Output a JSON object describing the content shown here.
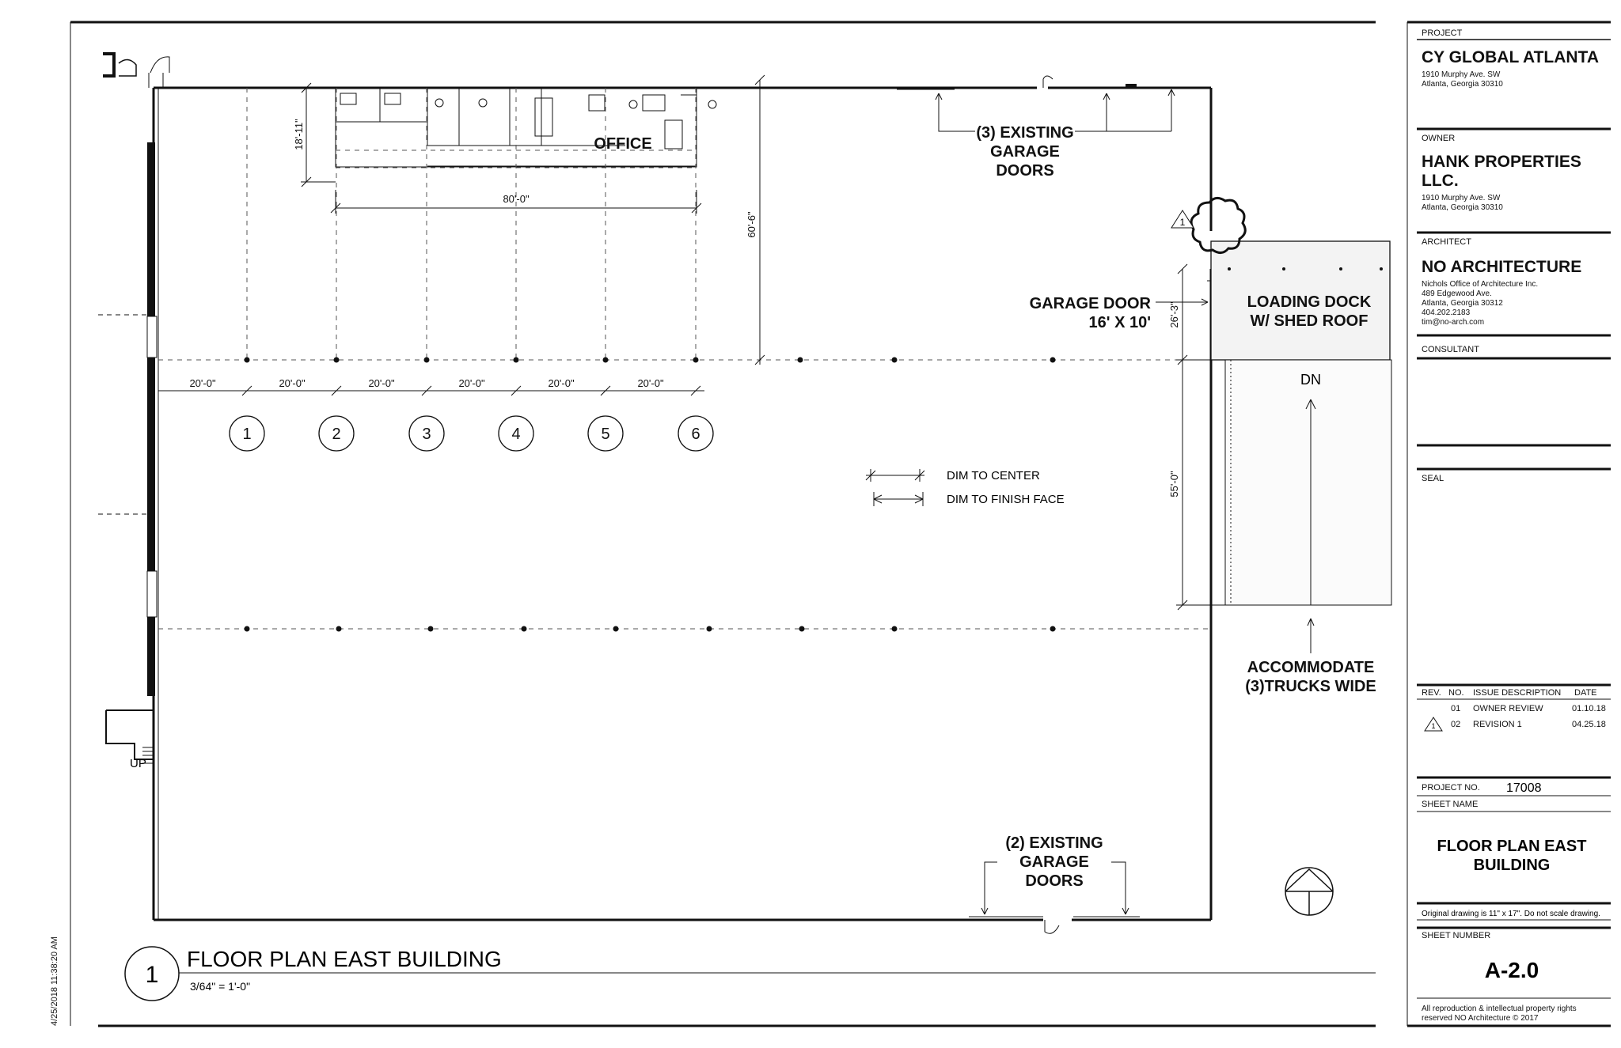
{
  "timestamp": "4/25/2018 11:38:20 AM",
  "plan": {
    "room_label": "OFFICE",
    "existing_doors_top": [
      "(3) EXISTING",
      "GARAGE",
      "DOORS"
    ],
    "existing_doors_bottom": [
      "(2) EXISTING",
      "GARAGE",
      "DOORS"
    ],
    "garage_door": [
      "GARAGE DOOR",
      "16' X 10'"
    ],
    "loading_dock": [
      "LOADING DOCK",
      "W/ SHED ROOF"
    ],
    "accommodate": [
      "ACCOMMODATE",
      "(3)TRUCKS WIDE"
    ],
    "dn": "DN",
    "up": "UP",
    "dim_80": "80'-0\"",
    "dim_60": "60'-6\"",
    "dim_18": "18'-11\"",
    "dim_26": "26'-3\"",
    "dim_55": "55'-0\"",
    "bay_dims": [
      "20'-0\"",
      "20'-0\"",
      "20'-0\"",
      "20'-0\"",
      "20'-0\"",
      "20'-0\""
    ],
    "grid_numbers": [
      "1",
      "2",
      "3",
      "4",
      "5",
      "6"
    ],
    "legend": [
      "DIM TO CENTER",
      "DIM TO FINISH FACE"
    ],
    "revision_flag": "1"
  },
  "view_title": {
    "number": "1",
    "title": "FLOOR PLAN EAST BUILDING",
    "scale": "3/64\" = 1'-0\""
  },
  "title_block": {
    "project_label": "PROJECT",
    "project_name": "CY GLOBAL ATLANTA",
    "project_addr": [
      "1910 Murphy Ave. SW",
      "Atlanta, Georgia 30310"
    ],
    "owner_label": "OWNER",
    "owner_name": [
      "HANK PROPERTIES",
      "LLC."
    ],
    "owner_addr": [
      "1910 Murphy Ave. SW",
      "Atlanta, Georgia 30310"
    ],
    "architect_label": "ARCHITECT",
    "architect_name": "NO ARCHITECTURE",
    "architect_addr": [
      "Nichols Office of Architecture Inc.",
      "489 Edgewood Ave.",
      "Atlanta, Georgia 30312",
      "404.202.2183",
      "tim@no-arch.com"
    ],
    "consultant_label": "CONSULTANT",
    "seal_label": "SEAL",
    "rev_headers": [
      "REV.",
      "NO.",
      "ISSUE DESCRIPTION",
      "DATE"
    ],
    "revisions": [
      {
        "no": "01",
        "desc": "OWNER REVIEW",
        "date": "01.10.18"
      },
      {
        "no": "02",
        "desc": "REVISION 1",
        "date": "04.25.18"
      }
    ],
    "project_no_label": "PROJECT NO.",
    "project_no": "17008",
    "sheet_name_label": "SHEET NAME",
    "sheet_name": [
      "FLOOR PLAN EAST",
      "BUILDING"
    ],
    "original_note": "Original drawing is 11\" x 17\". Do not scale drawing.",
    "sheet_number_label": "SHEET NUMBER",
    "sheet_number": "A-2.0",
    "copyright": [
      "All reproduction & intellectual property rights",
      "reserved NO Architecture © 2017"
    ]
  }
}
